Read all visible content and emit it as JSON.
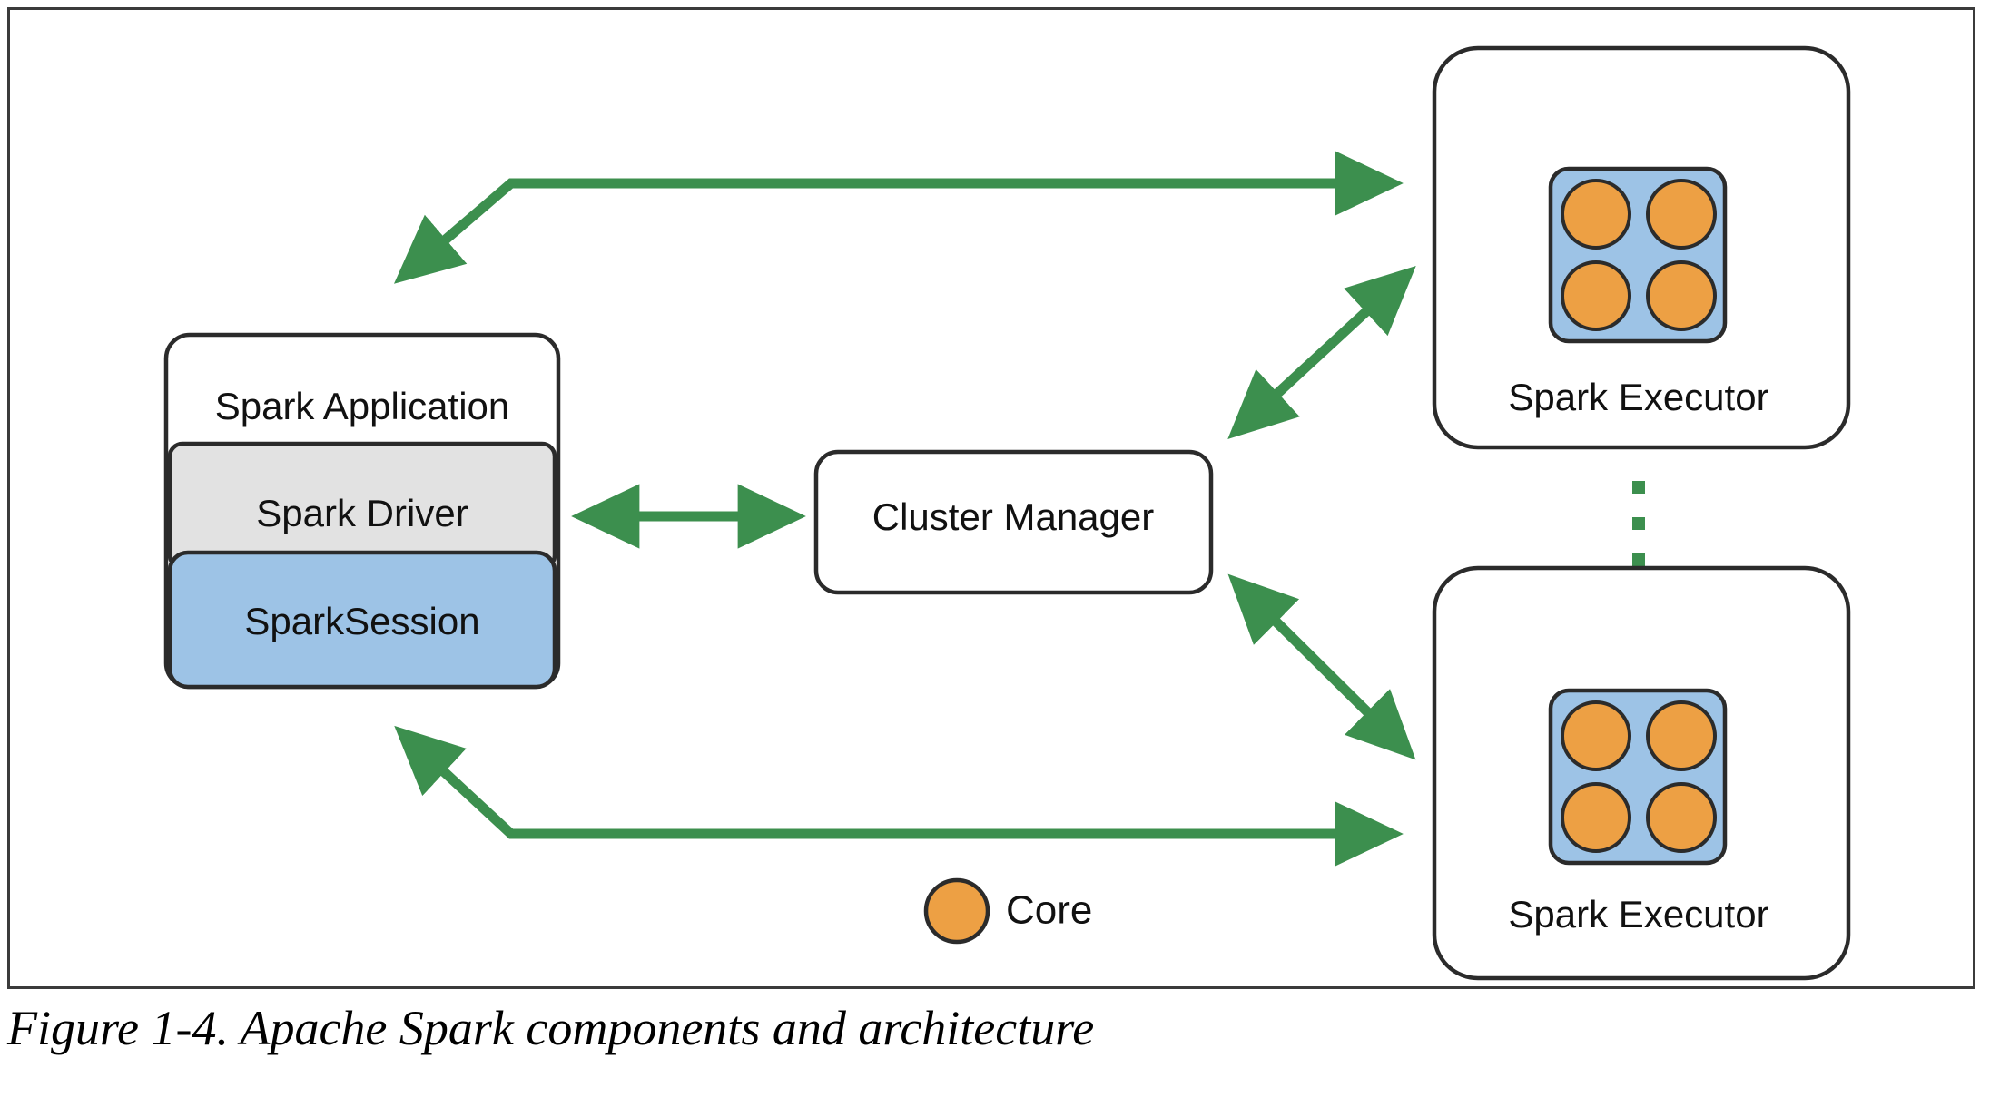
{
  "figure": {
    "caption": "Figure 1-4. Apache Spark components and architecture"
  },
  "colors": {
    "arrow_green": "#3c8f4e",
    "core_orange": "#eda044",
    "executor_core_panel_blue": "#9dc3e6",
    "spark_session_blue": "#9dc3e6",
    "spark_driver_gray": "#e2e2e2",
    "box_stroke": "#2b2b2b",
    "frame_border": "#3b3b3b",
    "background": "#ffffff",
    "text": "#111111"
  },
  "nodes": {
    "spark_application": {
      "label": "Spark Application",
      "fill": "#ffffff"
    },
    "spark_driver": {
      "label": "Spark Driver",
      "fill": "#e2e2e2"
    },
    "spark_session": {
      "label": "SparkSession",
      "fill": "#9dc3e6"
    },
    "cluster_manager": {
      "label": "Cluster Manager",
      "fill": "#ffffff"
    },
    "executor_top": {
      "label": "Spark Executor",
      "fill": "#ffffff",
      "core_count": 4
    },
    "executor_bottom": {
      "label": "Spark Executor",
      "fill": "#ffffff",
      "core_count": 4
    }
  },
  "ellipsis": {
    "dot_count": 3,
    "color": "#3c8f4e"
  },
  "legend": {
    "label": "Core",
    "swatch_color": "#eda044",
    "swatch_shape": "circle"
  },
  "connections": [
    {
      "name": "driver-to-cluster-manager",
      "from": "spark_driver",
      "to": "cluster_manager",
      "direction": "bidirectional",
      "style": "straight"
    },
    {
      "name": "cluster-manager-to-executor-top",
      "from": "cluster_manager",
      "to": "executor_top",
      "direction": "bidirectional",
      "style": "diagonal"
    },
    {
      "name": "cluster-manager-to-executor-bottom",
      "from": "cluster_manager",
      "to": "executor_bottom",
      "direction": "bidirectional",
      "style": "diagonal"
    },
    {
      "name": "spark-application-to-executor-top",
      "from": "spark_application",
      "to": "executor_top",
      "direction": "unidirectional",
      "style": "elbow-top"
    },
    {
      "name": "executor-bottom-to-spark-application",
      "from": "executor_bottom",
      "to": "spark_application",
      "direction": "unidirectional",
      "style": "elbow-bottom"
    }
  ]
}
